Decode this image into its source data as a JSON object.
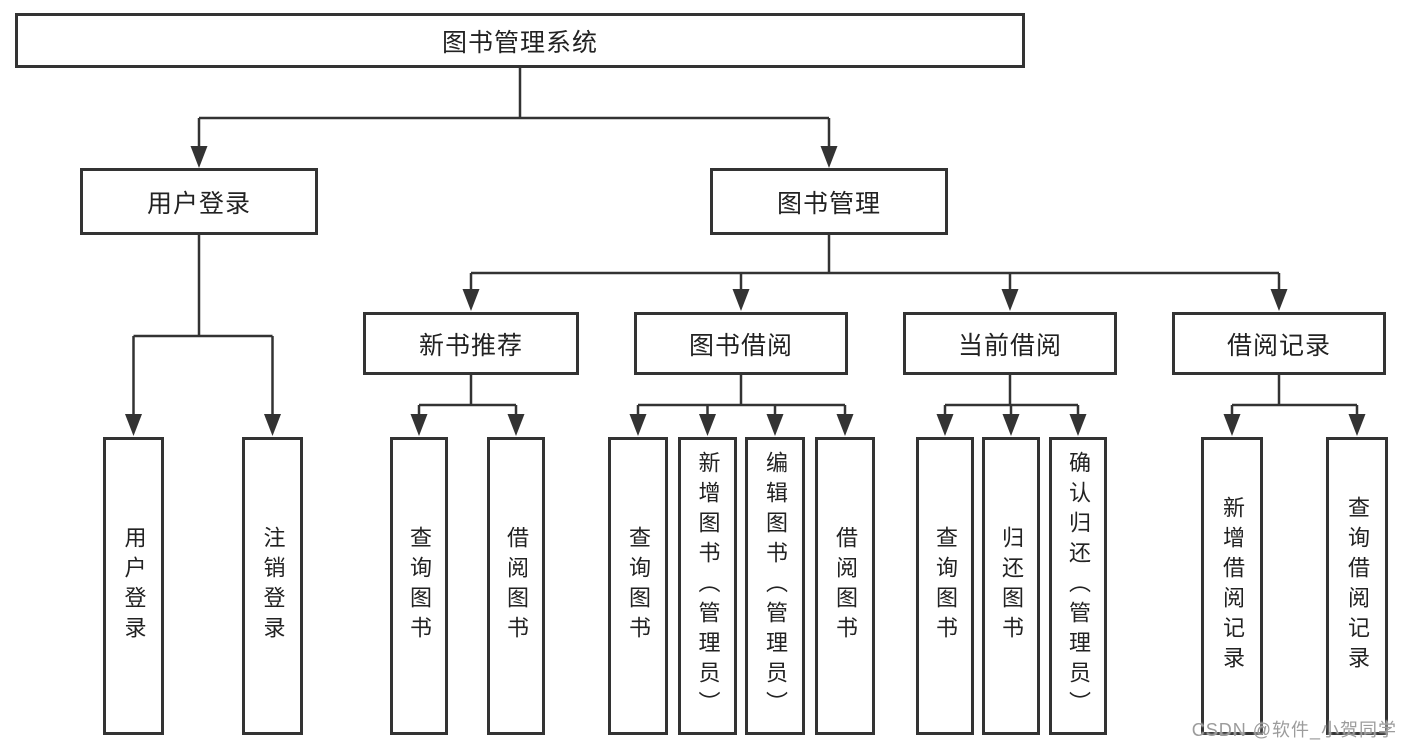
{
  "diagram": {
    "root": {
      "label": "图书管理系统"
    },
    "branches": [
      {
        "label": "用户登录",
        "children": [
          {
            "label": "用户登录"
          },
          {
            "label": "注销登录"
          }
        ]
      },
      {
        "label": "图书管理",
        "sections": [
          {
            "label": "新书推荐",
            "children": [
              {
                "label": "查询图书"
              },
              {
                "label": "借阅图书"
              }
            ]
          },
          {
            "label": "图书借阅",
            "children": [
              {
                "label": "查询图书"
              },
              {
                "label": "新增图书（管理员）"
              },
              {
                "label": "编辑图书（管理员）"
              },
              {
                "label": "借阅图书"
              }
            ]
          },
          {
            "label": "当前借阅",
            "children": [
              {
                "label": "查询图书"
              },
              {
                "label": "归还图书"
              },
              {
                "label": "确认归还（管理员）"
              }
            ]
          },
          {
            "label": "借阅记录",
            "children": [
              {
                "label": "新增借阅记录"
              },
              {
                "label": "查询借阅记录"
              }
            ]
          }
        ]
      }
    ]
  },
  "watermark": {
    "text": "CSDN @软件_小贺同学"
  },
  "colors": {
    "line": "#333333",
    "text": "#222222",
    "node_background": "#ffffff",
    "page_background": "#ffffff",
    "watermark": "#9c9c9c"
  }
}
